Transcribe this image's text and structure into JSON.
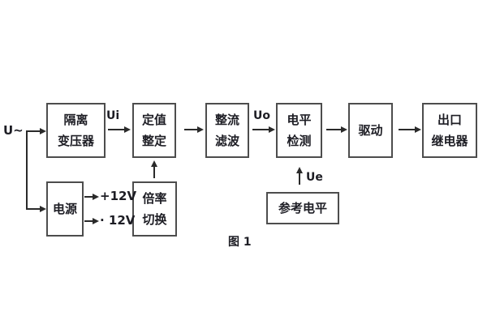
{
  "figure": {
    "caption": "图 1",
    "background_color": "#ffffff",
    "border_color": "#4d4d4d",
    "line_color": "#2a2a2a",
    "text_color": "#1d1d24"
  },
  "blocks": {
    "isolation_transformer": {
      "line1": "隔离",
      "line2": "变压器"
    },
    "setpoint_adjust": {
      "line1": "定值",
      "line2": "整定"
    },
    "rectifier_filter": {
      "line1": "整流",
      "line2": "滤波"
    },
    "level_detector": {
      "line1": "电平",
      "line2": "检测"
    },
    "driver": {
      "line1": "驱动"
    },
    "output_relay": {
      "line1": "出口",
      "line2": "继电器"
    },
    "power_supply": {
      "line1": "电源"
    },
    "ratio_switch": {
      "line1": "倍率",
      "line2": "切换"
    },
    "reference_level": {
      "line1": "参考电平"
    }
  },
  "labels": {
    "input_voltage": "U~",
    "ui": "Ui",
    "uo": "Uo",
    "ue": "Ue",
    "plus_12v": "+12V",
    "minus_12v": "· 12V"
  }
}
